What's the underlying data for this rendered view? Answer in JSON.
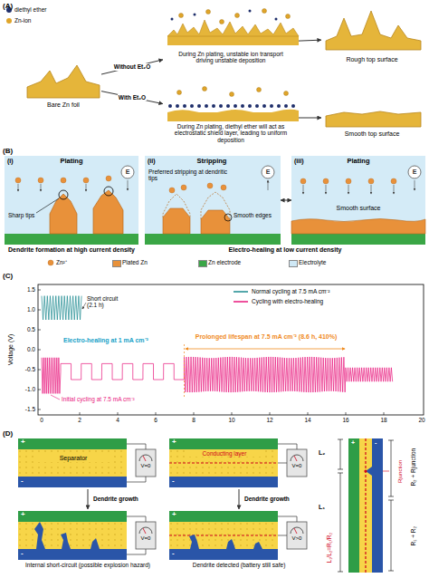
{
  "diagram": {
    "nodes": [
      {
        "text": [
          "Bare Zn foil"
        ]
      },
      {
        "text": [
          "During Zn plating, unstable ion transport driving unstable deposition"
        ]
      },
      {
        "text": [
          "Rough top surface"
        ]
      },
      {
        "text": [
          "During Zn plating, diethyl ether will act as electrostatic shield layer, leading to uniform deposition"
        ]
      },
      {
        "text": [
          "Smooth top surface"
        ]
      },
      {
        "text": [
          "(i)",
          "Plating",
          "Sharp tips"
        ]
      },
      {
        "text": [
          "(ii)",
          "Stripping",
          "Preferred stripping at dendritic tips",
          "Smooth edges"
        ]
      },
      {
        "text": [
          "(iii)",
          "Plating",
          "Smooth surface"
        ]
      },
      {
        "text": [
          "Separator"
        ]
      },
      {
        "text": [
          "Internal short-circuit (possible explosion hazard)"
        ]
      },
      {
        "text": [
          "Conducting layer"
        ]
      },
      {
        "text": [
          "Dendrite detected (battery still safe)"
        ]
      }
    ],
    "edges": [
      {
        "from": 0,
        "to": 1,
        "label": "Without Et₂O",
        "arrow": "to"
      },
      {
        "from": 0,
        "to": 3,
        "label": "With Et₂O",
        "arrow": "to"
      },
      {
        "from": 1,
        "to": 2,
        "arrow": "to"
      },
      {
        "from": 3,
        "to": 4,
        "arrow": "to"
      },
      {
        "from": 6,
        "to": 7,
        "arrow": "both"
      },
      {
        "from": 8,
        "to": 9,
        "label": "Dendrite growth",
        "arrow": "to"
      },
      {
        "from": 10,
        "to": 11,
        "label": "Dendrite growth",
        "arrow": "to"
      }
    ],
    "labels": [
      "(A)",
      "(B)",
      "E",
      "E",
      "E",
      "Dendrite formation at high current density",
      "Electro-healing at low current density",
      "(C)",
      "Voltage (V)",
      "1.5",
      "1.0",
      "0.5",
      "0.0",
      "-0.5",
      "-1.0",
      "-1.5",
      "0",
      "2",
      "4",
      "6",
      "8",
      "10",
      "12",
      "14",
      "16",
      "18",
      "20",
      "Short circuit (2.1 h)",
      "Electro-healing at 1 mA cm⁻²",
      "Prolonged lifespan at 7.5 mA cm⁻² (8.6 h, 410%)",
      "Initial cycling at 7.5 mA cm⁻²",
      "(D)",
      "+",
      "-",
      "V=0",
      "+",
      "-",
      "V=0",
      "+",
      "-",
      "V=0",
      "+",
      "-",
      "V>0",
      "L₂",
      "L₁",
      "Rjunction",
      "R₂ + Rjunction",
      "R₁ + R₂",
      "L₁/L₂=R₁/R₂",
      "+",
      "-"
    ],
    "legend": [
      {
        "text": "diethyl ether"
      },
      {
        "text": "Zn-ion"
      },
      {
        "text": "Zn²⁺"
      },
      {
        "text": "Plated Zn",
        "color": "#e8913a"
      },
      {
        "text": "Zn electrode",
        "color": "#3aa646"
      },
      {
        "text": "Electrolyte",
        "color": "#cfe8f5"
      },
      {
        "text": "Normal cycling at 7.5 mA cm⁻²"
      },
      {
        "text": "Cycling with electro-healing"
      }
    ]
  }
}
